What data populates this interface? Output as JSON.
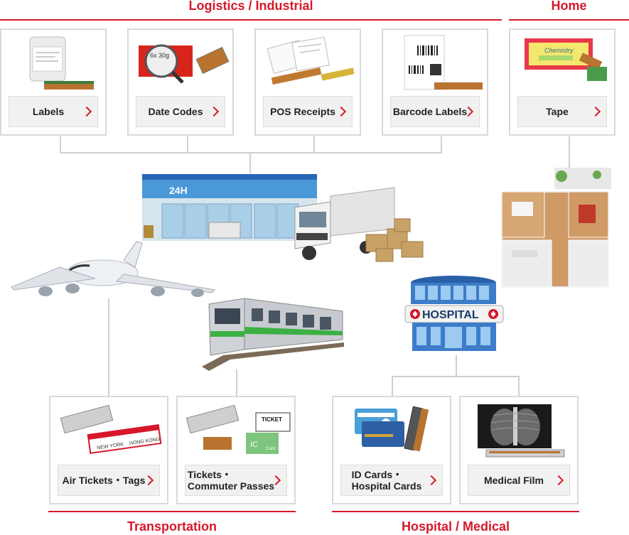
{
  "sections": {
    "logistics": "Logistics / Industrial",
    "home": "Home",
    "transportation": "Transportation",
    "medical": "Hospital / Medical"
  },
  "top_cards": [
    {
      "label": "Labels",
      "icon": "product-label-icon"
    },
    {
      "label": "Date Codes",
      "icon": "date-code-icon"
    },
    {
      "label": "POS Receipts",
      "icon": "receipt-icon"
    },
    {
      "label": "Barcode Labels",
      "icon": "barcode-label-icon"
    },
    {
      "label": "Tape",
      "icon": "tape-icon"
    }
  ],
  "bottom_cards": [
    {
      "label": "Air Tickets・Tags",
      "icon": "air-ticket-icon"
    },
    {
      "label": "Tickets・\nCommuter Passes",
      "icon": "ticket-pass-icon"
    },
    {
      "label": "ID Cards・\nHospital Cards",
      "icon": "id-card-icon"
    },
    {
      "label": "Medical Film",
      "icon": "xray-film-icon"
    }
  ],
  "illustrations": {
    "store_sign": "24H",
    "hospital_sign": "HOSPITAL",
    "label_text": "Chemistry",
    "date_text": "6x 30g",
    "ticket_text": "TICKET",
    "ic_text": "IC",
    "ic_sub": "Card",
    "city_from": "NEW YORK",
    "city_to": "HONG KONG"
  },
  "colors": {
    "accent": "#d7182a",
    "line": "#cfcfcf",
    "border": "#d9d9d9"
  }
}
